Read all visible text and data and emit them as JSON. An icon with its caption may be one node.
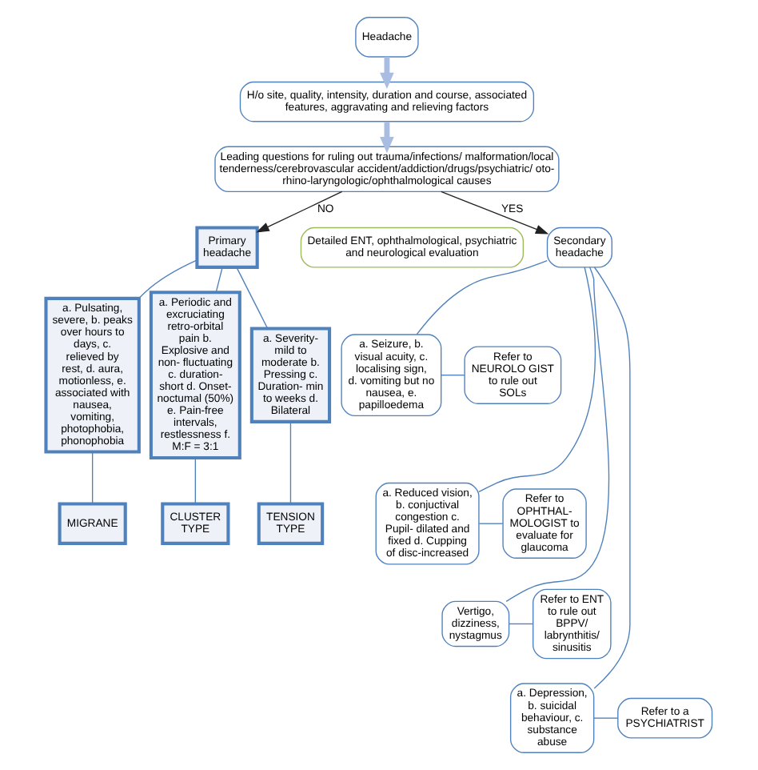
{
  "diagram": {
    "nodes": [
      {
        "text": [
          "Headache"
        ]
      },
      {
        "text": [
          "H/o site, quality, intensity, duration and course, associated features, aggravating and relieving factors"
        ]
      },
      {
        "text": [
          "Leading questions for ruling out trauma/infections/ malformation/local tenderness/cerebrovascular accident/addiction/drugs/psychiatric/ oto-rhino-laryngologic/ophthalmological causes"
        ]
      },
      {
        "text": [
          "Detailed ENT, ophthalmological, psychiatric and neurological evaluation"
        ]
      },
      {
        "text": [
          "Primary headache"
        ]
      },
      {
        "text": [
          "a. Pulsating, severe, b. peaks over hours to days, c. relieved by rest, d. aura, motionless, e. associated with nausea, vomiting, photophobia, phonophobia"
        ]
      },
      {
        "text": [
          "a. Periodic and excruciating retro-orbital pain b. Explosive and non- fluctuating c. duration- short d. Onset- noctumal (50%) e. Pain-free intervals, restlessness f. M:F = 3:1"
        ]
      },
      {
        "text": [
          "a. Severity- mild to moderate b. Pressing c. Duration- min to weeks d. Bilateral"
        ]
      },
      {
        "text": [
          "MIGRANE"
        ]
      },
      {
        "text": [
          "CLUSTER TYPE"
        ]
      },
      {
        "text": [
          "TENSION TYPE"
        ]
      },
      {
        "text": [
          "Secondary headache"
        ]
      },
      {
        "text": [
          "a. Seizure, b. visual acuity, c. localising sign, d. vomiting but no nausea, e. papilloedema"
        ]
      },
      {
        "text": [
          "Refer to NEUROLO GIST to rule out SOLs"
        ]
      },
      {
        "text": [
          "a. Reduced vision, b. conjuctival congestion c. Pupil- dilated and fixed d. Cupping of disc-increased"
        ]
      },
      {
        "text": [
          "Refer to OPHTHAL- MOLOGIST to evaluate for glaucoma"
        ]
      },
      {
        "text": [
          "Vertigo, dizziness, nystagmus"
        ]
      },
      {
        "text": [
          "Refer to ENT to rule out BPPV/ labrynthitis/ sinusitis"
        ]
      },
      {
        "text": [
          "a. Depression, b. suicidal behaviour, c. substance abuse"
        ]
      },
      {
        "text": [
          "Refer to a PSYCHIATRIST"
        ]
      }
    ],
    "edges": [
      {
        "from": 0,
        "to": 1,
        "arrow": "to",
        "style": "thick",
        "color": "#a9bde3"
      },
      {
        "from": 1,
        "to": 2,
        "arrow": "to",
        "style": "thick",
        "color": "#a9bde3"
      },
      {
        "from": 2,
        "to": 4,
        "arrow": "to",
        "label": "NO",
        "color": "#222222"
      },
      {
        "from": 2,
        "to": 11,
        "arrow": "to",
        "label": "YES",
        "color": "#222222"
      },
      {
        "from": 4,
        "to": 5,
        "arrow": "none"
      },
      {
        "from": 4,
        "to": 6,
        "arrow": "none"
      },
      {
        "from": 4,
        "to": 7,
        "arrow": "none"
      },
      {
        "from": 5,
        "to": 8,
        "arrow": "none"
      },
      {
        "from": 6,
        "to": 9,
        "arrow": "none"
      },
      {
        "from": 7,
        "to": 10,
        "arrow": "none"
      },
      {
        "from": 11,
        "to": 12,
        "arrow": "none"
      },
      {
        "from": 11,
        "to": 14,
        "arrow": "none"
      },
      {
        "from": 11,
        "to": 16,
        "arrow": "none"
      },
      {
        "from": 11,
        "to": 18,
        "arrow": "none"
      },
      {
        "from": 12,
        "to": 13,
        "arrow": "none"
      },
      {
        "from": 14,
        "to": 15,
        "arrow": "none"
      },
      {
        "from": 16,
        "to": 17,
        "arrow": "none"
      },
      {
        "from": 18,
        "to": 19,
        "arrow": "none"
      }
    ]
  }
}
